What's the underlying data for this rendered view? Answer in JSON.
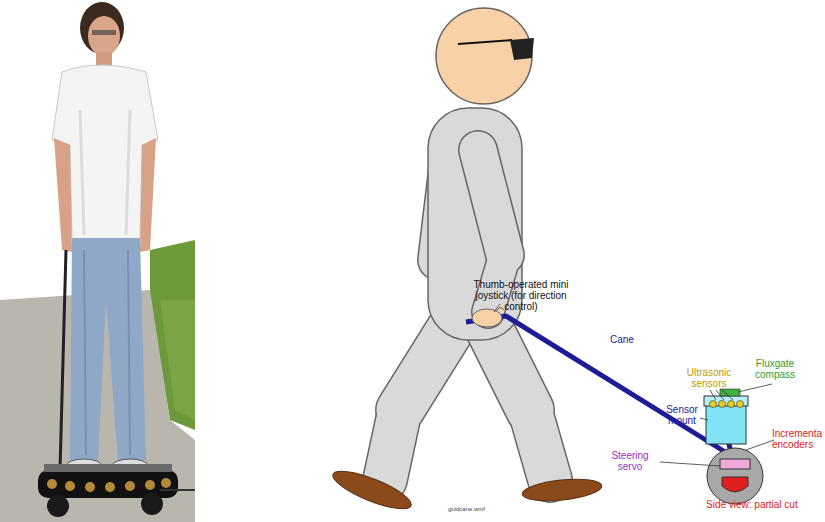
{
  "diagram": {
    "labels": [
      "Thumb-operated mini joystick (for direction control)",
      "Cane",
      "Ultrasonic sensors",
      "Fluxgate compass",
      "Sensor mount",
      "Incrementa encoders",
      "Steering servo",
      "Side view: partial cut",
      "guidcane.wmf"
    ]
  }
}
